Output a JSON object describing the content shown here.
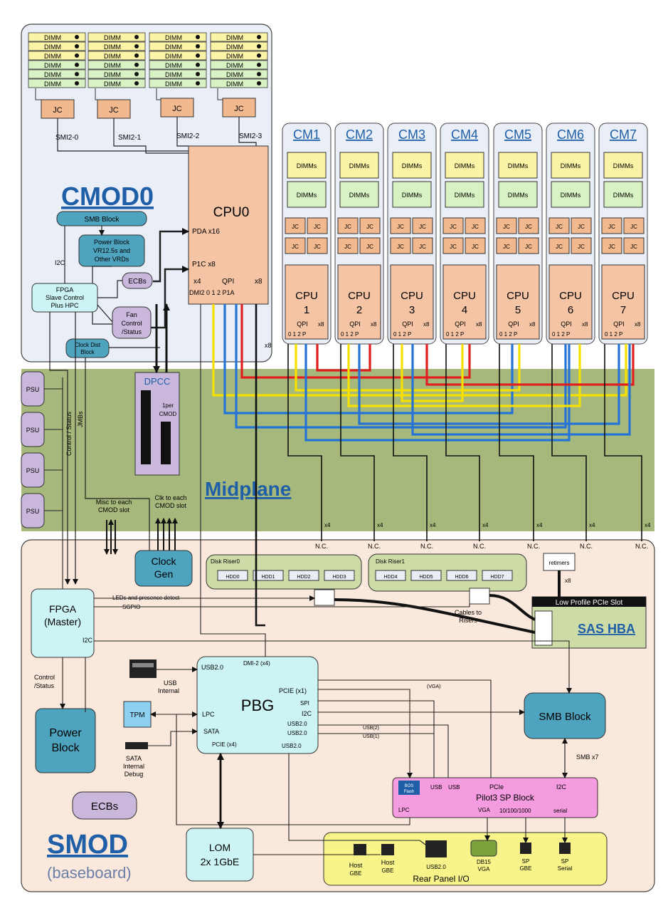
{
  "cmod0": {
    "title": "CMOD0",
    "dimm_label": "DIMM",
    "jc_label": "JC",
    "smi": [
      "SMI2-0",
      "SMI2-1",
      "SMI2-2",
      "SMI2-3"
    ],
    "cpu": "CPU0",
    "cpu_pda": "PDA x16",
    "cpu_p1c": "P1C  x8",
    "cpu_x4": "x4",
    "cpu_qpi": "QPI",
    "cpu_x8": "x8",
    "cpu_ports": "DMI2 0   1   2  P1A",
    "smb": "SMB Block",
    "power_block": [
      "Power Block",
      "VR12.5s and",
      "Other VRDs"
    ],
    "i2c": "I2C",
    "ecbs": "ECBs",
    "fpga": [
      "FPGA",
      "Slave Control",
      "Plus HPC"
    ],
    "fan": [
      "Fan",
      "Control",
      "/Status"
    ],
    "clock_dist": [
      "Clock Dist",
      "Block"
    ],
    "x8_side": "x8"
  },
  "cms": [
    {
      "name": "CM1",
      "cpu": "CPU",
      "num": "1"
    },
    {
      "name": "CM2",
      "cpu": "CPU",
      "num": "2"
    },
    {
      "name": "CM3",
      "cpu": "CPU",
      "num": "3"
    },
    {
      "name": "CM4",
      "cpu": "CPU",
      "num": "4"
    },
    {
      "name": "CM5",
      "cpu": "CPU",
      "num": "5"
    },
    {
      "name": "CM6",
      "cpu": "CPU",
      "num": "6"
    },
    {
      "name": "CM7",
      "cpu": "CPU",
      "num": "7"
    }
  ],
  "cm_common": {
    "dimms": "DIMMs",
    "jc": "JC",
    "qpi": "QPI",
    "x8": "x8",
    "ports": "0  1  2 P",
    "x4": "x4",
    "nc": "N.C."
  },
  "midplane": {
    "title": "Midplane",
    "psu": "PSU",
    "dpcc": "DPCC",
    "dpcc_note": [
      "1per",
      "CMOD"
    ],
    "control_status": "Control / Status",
    "jmbs": "JMBs",
    "misc": [
      "Misc to each",
      "CMOD slot"
    ],
    "clk": [
      "Clk to each",
      "CMOD slot"
    ]
  },
  "smod": {
    "title": "SMOD",
    "subtitle": "(baseboard)",
    "clock_gen": [
      "Clock",
      "Gen"
    ],
    "disk_riser0": "Disk Riser0",
    "disk_riser1": "Disk Riser1",
    "hdds0": [
      "HDD0",
      "HDD1",
      "HDD2",
      "HDD3"
    ],
    "hdds1": [
      "HDD4",
      "HDD5",
      "HDD6",
      "HDD7"
    ],
    "retimers": "retimers",
    "x8": "x8",
    "lp_pcie": "Low Profile PCIe Slot",
    "sas_hba": "SAS HBA",
    "cables": [
      "Cables to",
      "Risers"
    ],
    "fpga": [
      "FPGA",
      "(Master)"
    ],
    "fpga_i2c": "I2C",
    "led": "LEDs and presence detect",
    "sgpio": "SGPIO",
    "control_status": [
      "Control",
      "/Status"
    ],
    "power_block": [
      "Power",
      "Block"
    ],
    "ecbs": "ECBs",
    "usb_internal": [
      "USB",
      "Internal"
    ],
    "tpm": "TPM",
    "sata_internal": [
      "SATA",
      "Internal",
      "Debug"
    ],
    "pbg": "PBG",
    "pbg_usb": "USB2.0",
    "pbg_dmi": "DMI-2 (x4)",
    "pbg_pcie1": "PCIE (x1)",
    "pbg_spi": "SPI",
    "pbg_i2c": "I2C",
    "pbg_usb_a": "USB2.0",
    "pbg_usb_b": "USB2.0",
    "pbg_usb_c": "USB2.0",
    "pbg_lpc": "LPC",
    "pbg_sata": "SATA",
    "pbg_pcie4": "PCIE (x4)",
    "vga": "(VGA)",
    "usb_lines": [
      "USB(2)",
      "USB(1)"
    ],
    "smb": "SMB Block",
    "smb_x7": "SMB x7",
    "pilot": {
      "title": "Pilot3 SP Block",
      "flash": [
        "BOS",
        "Flash"
      ],
      "usb1": "USB",
      "usb2": "USB",
      "pcie": "PCIe",
      "i2c": "I2C",
      "lpc": "LPC",
      "vga": "VGA",
      "eth": "10/100/1000",
      "serial": "serial"
    },
    "lom": [
      "LOM",
      "2x 1GbE"
    ],
    "rear": {
      "title": "Rear Panel I/O",
      "host1": [
        "Host",
        "GBE"
      ],
      "host2": [
        "Host",
        "GBE"
      ],
      "usb": "USB2.0",
      "db15": [
        "DB15",
        "VGA"
      ],
      "spgbe": [
        "SP",
        "GBE"
      ],
      "spserial": [
        "SP",
        "Serial"
      ]
    }
  }
}
